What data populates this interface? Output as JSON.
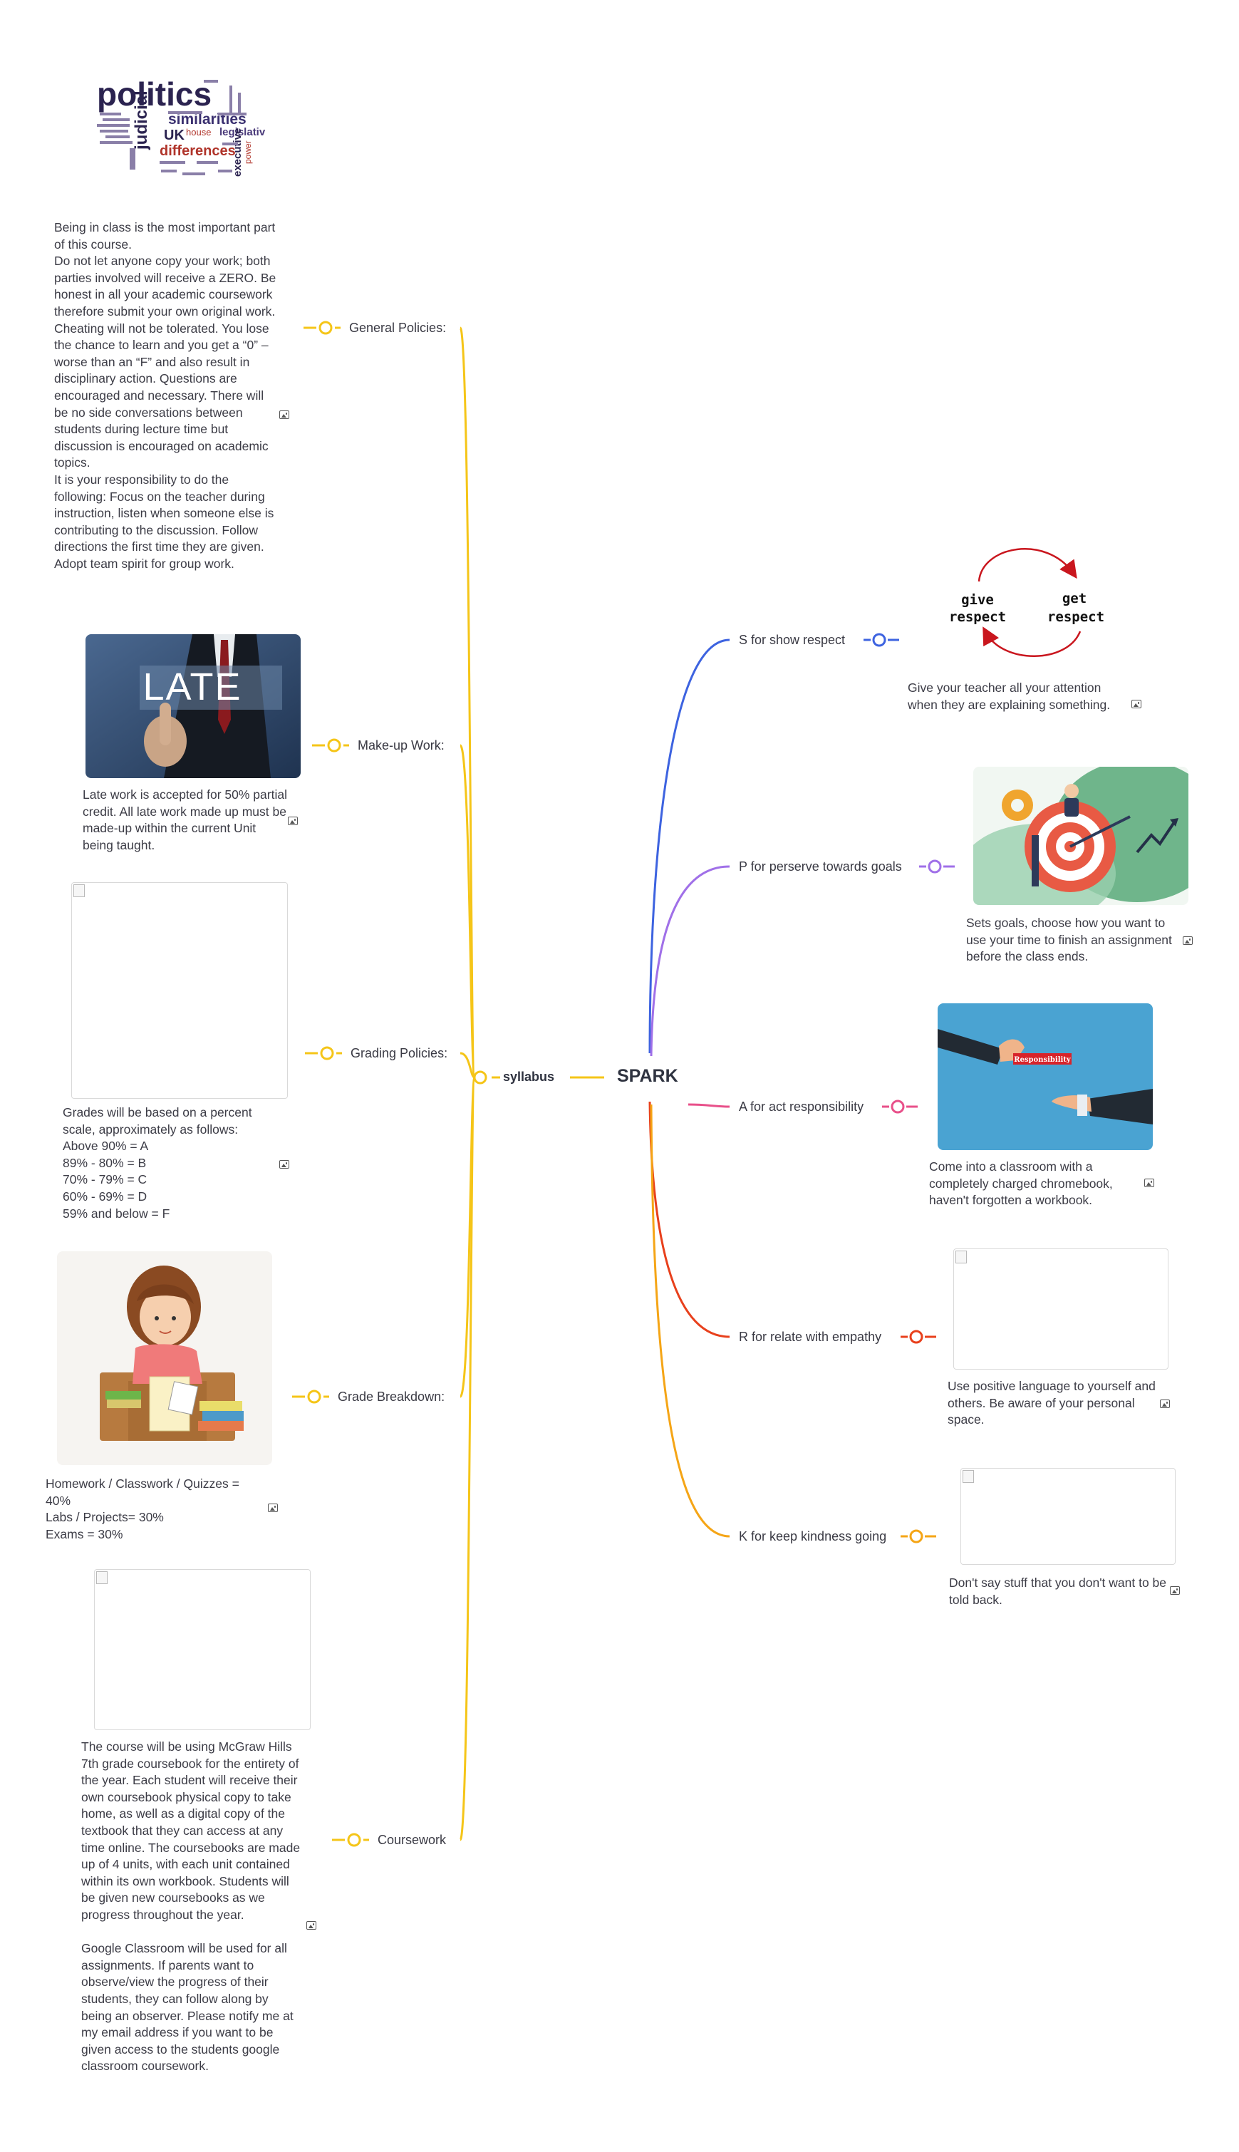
{
  "center": {
    "label": "SPARK"
  },
  "syllabus": {
    "label": "syllabus"
  },
  "colors": {
    "yellow": "#f5c518",
    "blue": "#3d63e0",
    "purple": "#a070e8",
    "pink": "#e8508a",
    "red": "#e8401c",
    "orange": "#f5a516"
  },
  "syllabus_topics": [
    {
      "label": "General Policies:",
      "note": "Being in class is the most important part of this course.\nDo not let anyone copy your work; both parties involved will receive a ZERO. Be honest in all your academic coursework therefore submit your own original work. Cheating will not be tolerated. You lose the chance to learn and you get a “0” – worse than an “F” and also result in disciplinary action. Questions are encouraged and necessary. There will be no side conversations between students during lecture time but discussion is encouraged on academic topics.\n It is your responsibility to do the following: Focus on the teacher during instruction, listen when someone else is contributing to the discussion. Follow directions the first time they are given. Adopt team spirit for group work.",
      "image_words": [
        "politics",
        "judicial",
        "similarities",
        "UK",
        "house",
        "legislative",
        "differences",
        "executive",
        "power"
      ]
    },
    {
      "label": "Make-up Work:",
      "note": "Late work is accepted for 50% partial credit. All late work made up must be made-up within the current Unit being taught.",
      "image_text": "LATE"
    },
    {
      "label": "Grading Policies:",
      "note": "Grades will be based on a percent scale, approximately as follows:\nAbove 90% = A\n89% - 80% = B\n70% - 79% = C\n60% - 69% = D\n59% and below = F"
    },
    {
      "label": "Grade Breakdown:",
      "note": "Homework / Classwork / Quizzes = 40%\nLabs / Projects= 30%\nExams = 30%"
    },
    {
      "label": "Coursework",
      "note": "The course will be using McGraw Hills 7th grade coursebook for the entirety of the year. Each student will receive their own coursebook physical copy to take home, as well as a digital copy of the textbook that they can access at any time online. The coursebooks are made up of 4 units, with each unit contained within its own workbook. Students will be given new coursebooks as we progress throughout the year.\n\nGoogle Classroom will be used for all assignments. If parents want to observe/view the progress of their students, they can follow along by being an observer. Please notify me at my email address if you want to be given access to the students google classroom coursework."
    }
  ],
  "spark_topics": [
    {
      "label": "S for show respect",
      "note": "Give your teacher all your attention when they are explaining something.",
      "image_text": [
        "give",
        "respect",
        "get",
        "respect"
      ]
    },
    {
      "label": "P for perserve towards goals",
      "note": "Sets goals, choose how you want to use your time to finish an assignment before the class ends."
    },
    {
      "label": "A for act responsibility",
      "note": "Come into a classroom with a completely charged chromebook, haven't forgotten a workbook.",
      "image_text": "Responsibility"
    },
    {
      "label": "R for relate with empathy",
      "note": "Use positive language to yourself and others. Be aware of your personal space."
    },
    {
      "label": "K for keep kindness going",
      "note": "Don't say stuff that you don't want to be told back."
    }
  ]
}
